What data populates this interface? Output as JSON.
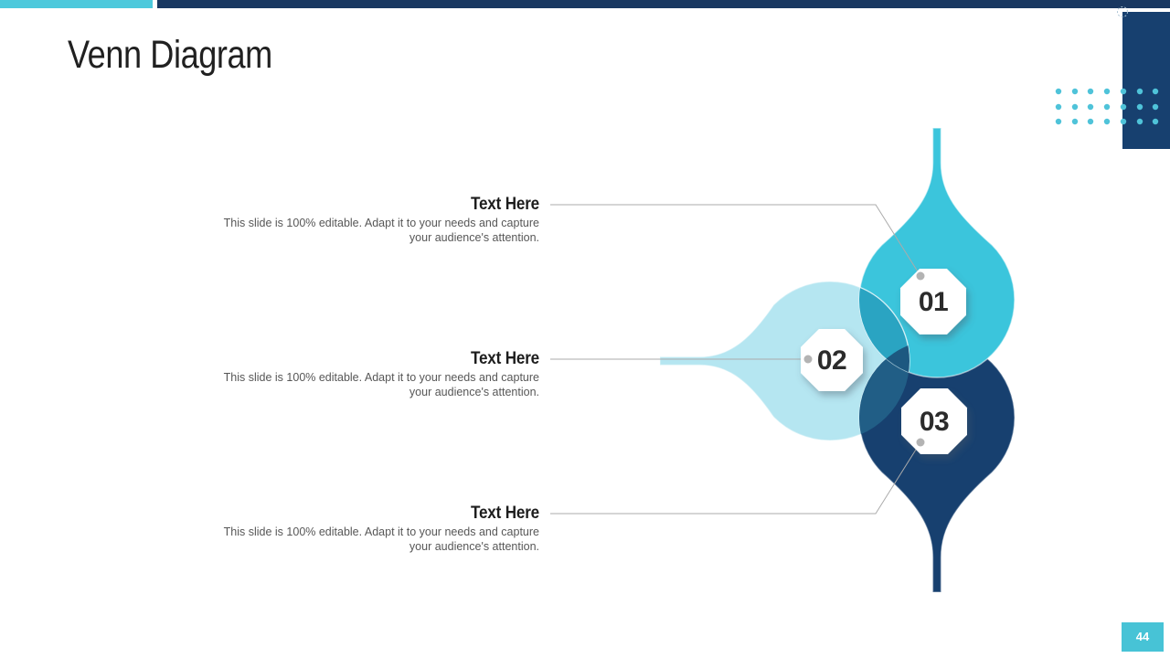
{
  "slide": {
    "title": "Venn Diagram",
    "page_number": "44"
  },
  "items": [
    {
      "number": "01",
      "heading": "Text Here",
      "description": "This slide is 100% editable. Adapt it to your needs and capture\nyour audience's attention."
    },
    {
      "number": "02",
      "heading": "Text Here",
      "description": "This slide is 100% editable. Adapt it to your needs and capture\nyour audience's attention."
    },
    {
      "number": "03",
      "heading": "Text Here",
      "description": "This slide is 100% editable. Adapt it to your needs and capture\nyour audience's attention."
    }
  ],
  "colors": {
    "cyan": "#3BC5DC",
    "light_cyan": "#B5E6F1",
    "navy": "#17406F",
    "overlap_teal": "#2AA4C2",
    "overlap_steel": "#215E86",
    "overlap_deep": "#1D5880",
    "bar_cyan": "#4DC9DC",
    "bar_navy": "#193861",
    "dots_cyan": "#4FC3D9",
    "connector_gray": "#ABABAB",
    "badge_cyan": "#47C3D6"
  }
}
